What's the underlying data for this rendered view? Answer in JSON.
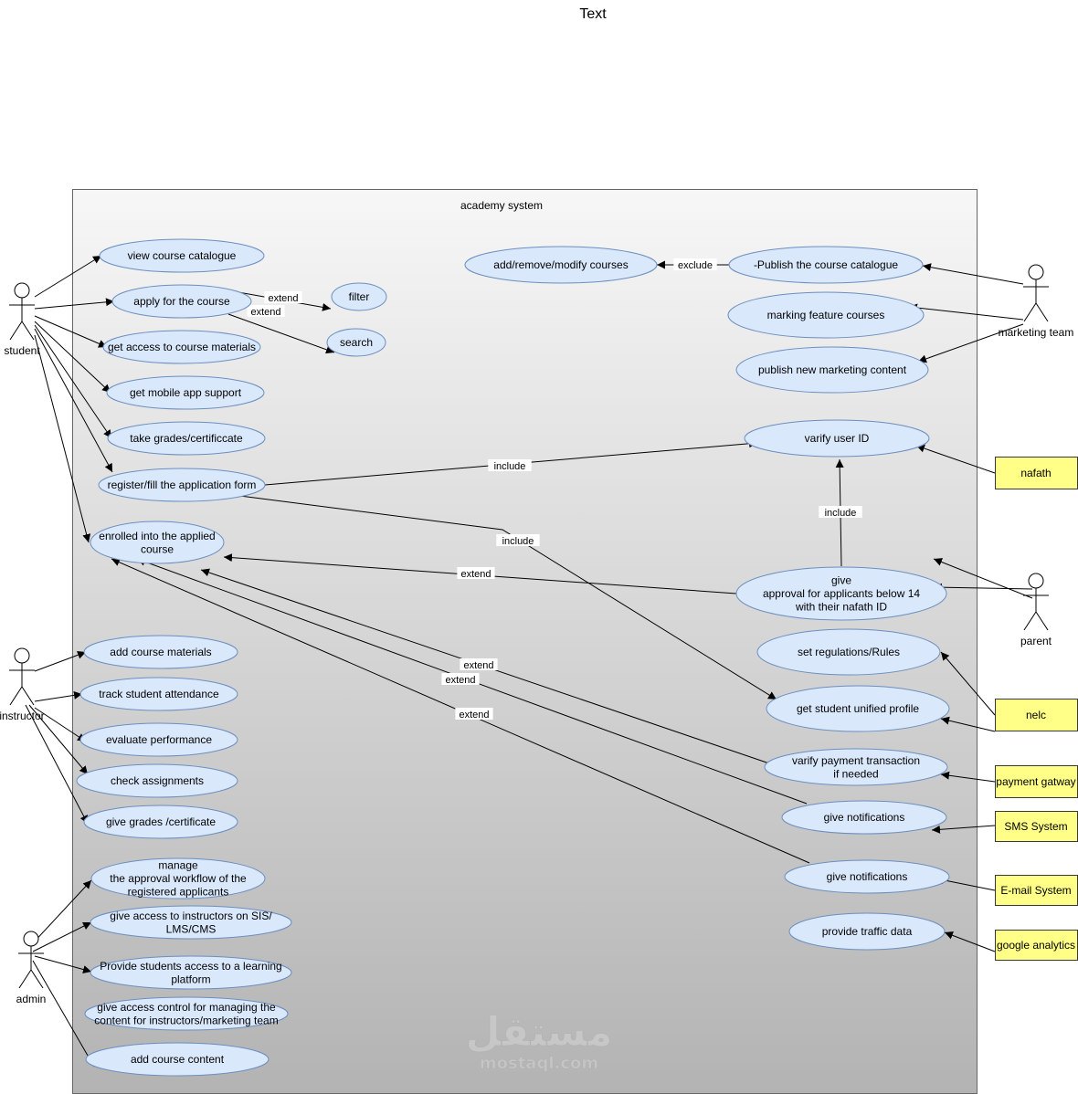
{
  "page_title": "Text",
  "system": {
    "title": "academy system"
  },
  "actors": {
    "student": "student",
    "instructor": "instructor",
    "admin": "admin",
    "marketing": "marketing team",
    "parent": "parent"
  },
  "external_systems": {
    "nafath": "nafath",
    "nelc": "nelc",
    "payment": "payment gatway",
    "sms": "SMS System",
    "email": "E-mail System",
    "ga": "google analytics"
  },
  "usecases": {
    "view_catalogue": [
      "view course catalogue"
    ],
    "apply": [
      "apply for the course"
    ],
    "filter": [
      "filter"
    ],
    "search": [
      "search"
    ],
    "materials_access": [
      "get access to course materials"
    ],
    "mobile_support": [
      "get mobile app support"
    ],
    "take_grades": [
      "take grades/certificcate"
    ],
    "register": [
      "register/fill the application form"
    ],
    "enrolled": [
      "enrolled into the applied",
      "course"
    ],
    "add_materials": [
      "add course materials"
    ],
    "attendance": [
      "track student attendance"
    ],
    "evaluate": [
      "evaluate performance"
    ],
    "assignments": [
      "check assignments"
    ],
    "give_grades": [
      "give grades /certificate"
    ],
    "manage_workflow": [
      "manage",
      "the approval workflow of the",
      "registered applicants"
    ],
    "instructor_access": [
      "give access to instructors on SIS/",
      "LMS/CMS"
    ],
    "learning_platform": [
      "Provide students access to a learning",
      "platform"
    ],
    "access_control": [
      "give access control for managing the",
      "content for instructors/marketing team"
    ],
    "add_content": [
      "add course content"
    ],
    "modify_courses": [
      "add/remove/modify courses"
    ],
    "publish_catalogue": [
      "-Publish the course catalogue"
    ],
    "feature_courses": [
      "marking feature courses"
    ],
    "marketing_content": [
      "publish new marketing content"
    ],
    "verify_id": [
      "varify user ID"
    ],
    "approval_14": [
      "give",
      "approval for applicants below 14",
      "with their nafath ID"
    ],
    "regulations": [
      "set regulations/Rules"
    ],
    "unified_profile": [
      "get student unified profile"
    ],
    "payment_verify": [
      "varify payment transaction",
      "if needed"
    ],
    "notif_sms": [
      "give notifications"
    ],
    "notif_email": [
      "give notifications"
    ],
    "traffic": [
      "provide traffic data"
    ]
  },
  "relations": {
    "extend": "extend",
    "include": "include",
    "exclude": "exclude"
  },
  "watermark": {
    "arabic": "مستقل",
    "latin": "mostaql.com"
  },
  "colors": {
    "usecase_fill": "#dae8fc",
    "usecase_stroke": "#6c8ebf",
    "external_fill": "#ffff88",
    "external_stroke": "#36393d",
    "boundary_top": "#f7f7f7",
    "boundary_bottom": "#b3b3b3"
  }
}
